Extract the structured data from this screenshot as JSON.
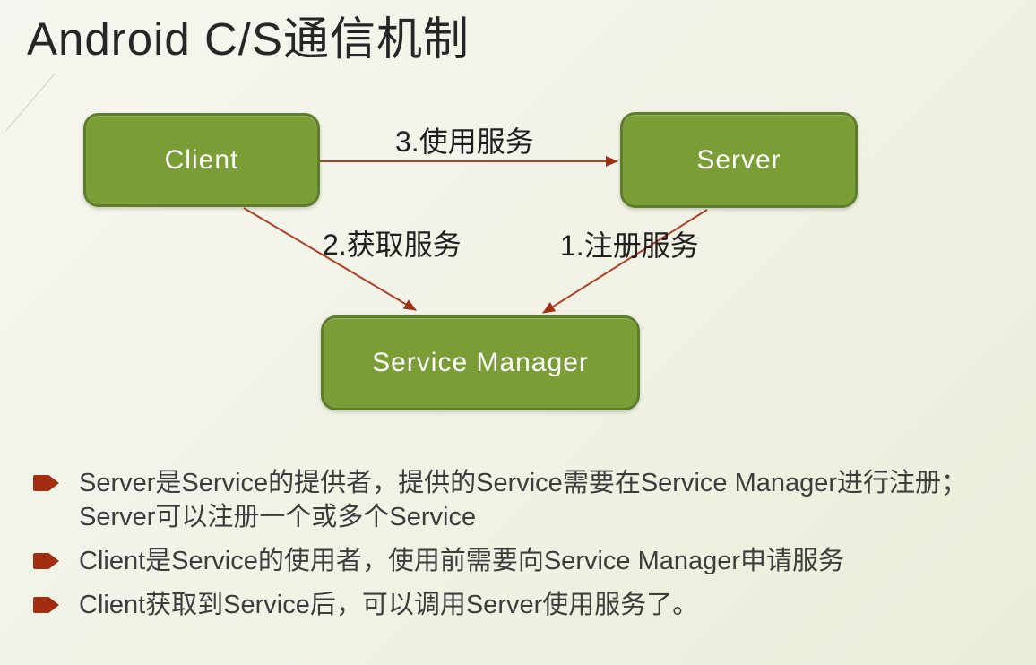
{
  "slide": {
    "title": "Android C/S通信机制"
  },
  "diagram": {
    "nodes": [
      {
        "id": "client",
        "label": "Client"
      },
      {
        "id": "server",
        "label": "Server"
      },
      {
        "id": "service_manager",
        "label": "Service Manager"
      }
    ],
    "arrows": [
      {
        "id": "register",
        "label": "1.注册服务",
        "from": "server",
        "to": "service_manager"
      },
      {
        "id": "acquire",
        "label": "2.获取服务",
        "from": "client",
        "to": "service_manager"
      },
      {
        "id": "use",
        "label": "3.使用服务",
        "from": "client",
        "to": "server"
      }
    ]
  },
  "bullets": [
    {
      "text": "Server是Service的提供者，提供的Service需要在Service Manager进行注册；\nServer可以注册一个或多个Service"
    },
    {
      "text": "Client是Service的使用者，使用前需要向Service Manager申请服务"
    },
    {
      "text": "Client获取到Service后，可以调用Server使用服务了。"
    }
  ],
  "colors": {
    "node_fill": "#7a9e35",
    "node_border": "#5e7d2c",
    "node_text": "#ffffff",
    "arrow_red": "#b04027",
    "arrowhead_red": "#9e3016",
    "bullet_red": "#a32d11",
    "title_text": "#262626",
    "body_text": "#3d3d3d",
    "background_start": "#f6f6f0",
    "background_end": "#e9edd8"
  }
}
